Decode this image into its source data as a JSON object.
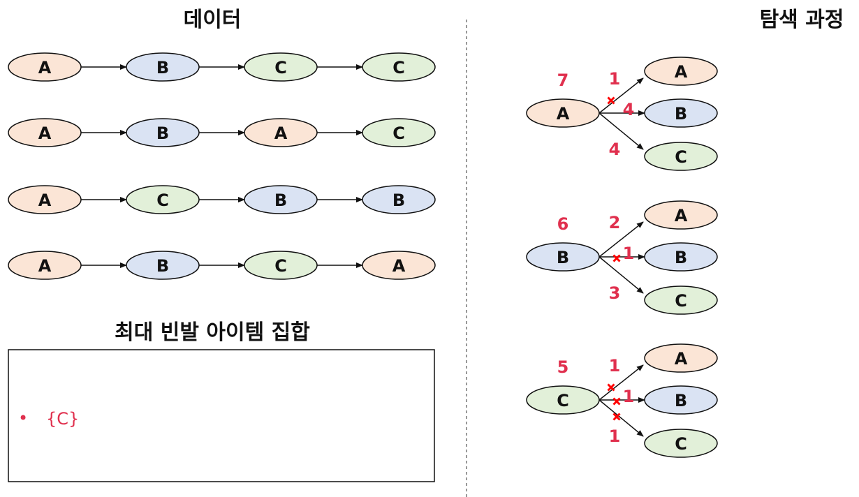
{
  "colors": {
    "A": "#fbe5d6",
    "B": "#dae3f3",
    "C": "#e2f0d9",
    "stroke": "#111111",
    "highlight": "#e0304e",
    "cross": "#ff0000"
  },
  "data_section": {
    "title": "데이터",
    "sequences": [
      [
        "A",
        "B",
        "C",
        "C"
      ],
      [
        "A",
        "B",
        "A",
        "C"
      ],
      [
        "A",
        "C",
        "B",
        "B"
      ],
      [
        "A",
        "B",
        "C",
        "A"
      ]
    ]
  },
  "result_section": {
    "title": "최대 빈발 아이템 집합",
    "bullet": "•",
    "item": "{C}"
  },
  "search_section": {
    "title": "탐색 과정",
    "trees": [
      {
        "root": "A",
        "root_count": "7",
        "children": [
          {
            "label": "A",
            "count": "1",
            "pruned": true
          },
          {
            "label": "B",
            "count": "4",
            "pruned": false
          },
          {
            "label": "C",
            "count": "4",
            "pruned": false
          }
        ]
      },
      {
        "root": "B",
        "root_count": "6",
        "children": [
          {
            "label": "A",
            "count": "2",
            "pruned": false
          },
          {
            "label": "B",
            "count": "1",
            "pruned": true
          },
          {
            "label": "C",
            "count": "3",
            "pruned": false
          }
        ]
      },
      {
        "root": "C",
        "root_count": "5",
        "children": [
          {
            "label": "A",
            "count": "1",
            "pruned": true
          },
          {
            "label": "B",
            "count": "1",
            "pruned": true
          },
          {
            "label": "C",
            "count": "1",
            "pruned": true
          }
        ]
      }
    ]
  }
}
